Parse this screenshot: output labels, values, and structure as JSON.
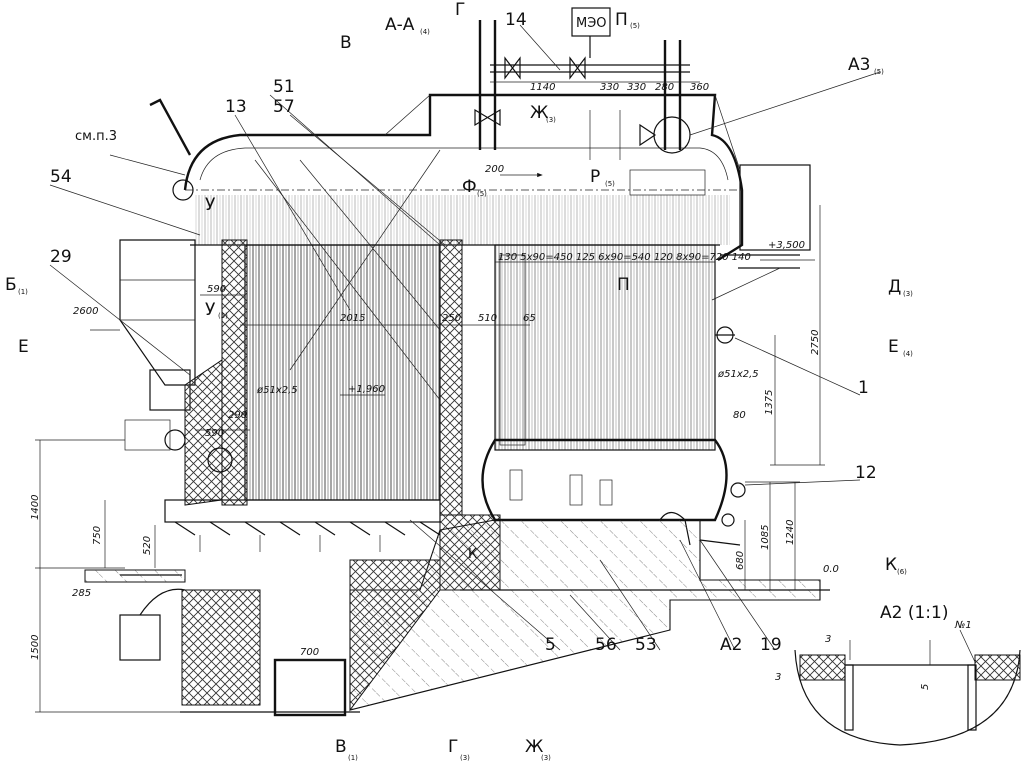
{
  "section_title": "А-А",
  "section_title_sub": "(4)",
  "callouts": {
    "c14": "14",
    "c51": "51",
    "c57": "57",
    "c13": "13",
    "c54": "54",
    "c29": "29",
    "cA3": "А3",
    "cA3_sub": "(5)",
    "c1": "1",
    "c12": "12",
    "c5": "5",
    "c56": "56",
    "c53": "53",
    "cA2": "А2",
    "c19": "19",
    "ref_smp3": "см.п.3"
  },
  "section_marks": {
    "B_top": "В",
    "G_top": "Г",
    "P_top": "П",
    "P_top_sub": "(5)",
    "Zh_mid": "Ж",
    "Zh_mid_sub": "(3)",
    "F": "Ф",
    "F_sub": "(5)",
    "R": "Р",
    "R_sub": "(5)",
    "P_mid": "П",
    "U_top": "У",
    "U_mid": "У",
    "U_mid_sub": "(5)",
    "B_left": "Б",
    "B_left_sub": "(1)",
    "E_left": "Е",
    "D_right": "Д",
    "D_right_sub": "(3)",
    "E_right": "Е",
    "E_right_sub": "(4)",
    "K_mid": "К",
    "K_right": "К",
    "K_right_sub": "(6)",
    "B_bottom": "В",
    "B_bottom_sub": "(1)",
    "G_bottom": "Г",
    "G_bottom_sub": "(3)",
    "Zh_bottom": "Ж",
    "Zh_bottom_sub": "(3)"
  },
  "actuator_label": "МЭО",
  "dimensions": {
    "d1140": "1140",
    "d330a": "330",
    "d330b": "330",
    "d280": "280",
    "d360": "360",
    "d200": "200",
    "d590a": "590",
    "d2600": "2600",
    "d2015": "2015",
    "d250": "250",
    "d510": "510",
    "d65": "65",
    "d290": "290",
    "d590b": "590",
    "d1960": "+1,960",
    "d51a": "ø51х2,5",
    "d51b": "ø51х2,5",
    "d3500": "+3,500",
    "d2750": "2750",
    "d1375": "1375",
    "d80": "80",
    "d1240": "1240",
    "d1085": "1085",
    "d680": "680",
    "d00": "0.0",
    "d1400": "1400",
    "d750": "750",
    "d520": "520",
    "d285": "285",
    "d1500": "1500",
    "d700": "700",
    "pitch_row": "130  5х90=450  125  6х90=540  120  8х90=720  140"
  },
  "detail": {
    "title": "А2 (1:1)",
    "mark": "№1",
    "d3a": "3",
    "d3b": "3",
    "d5": "5"
  }
}
